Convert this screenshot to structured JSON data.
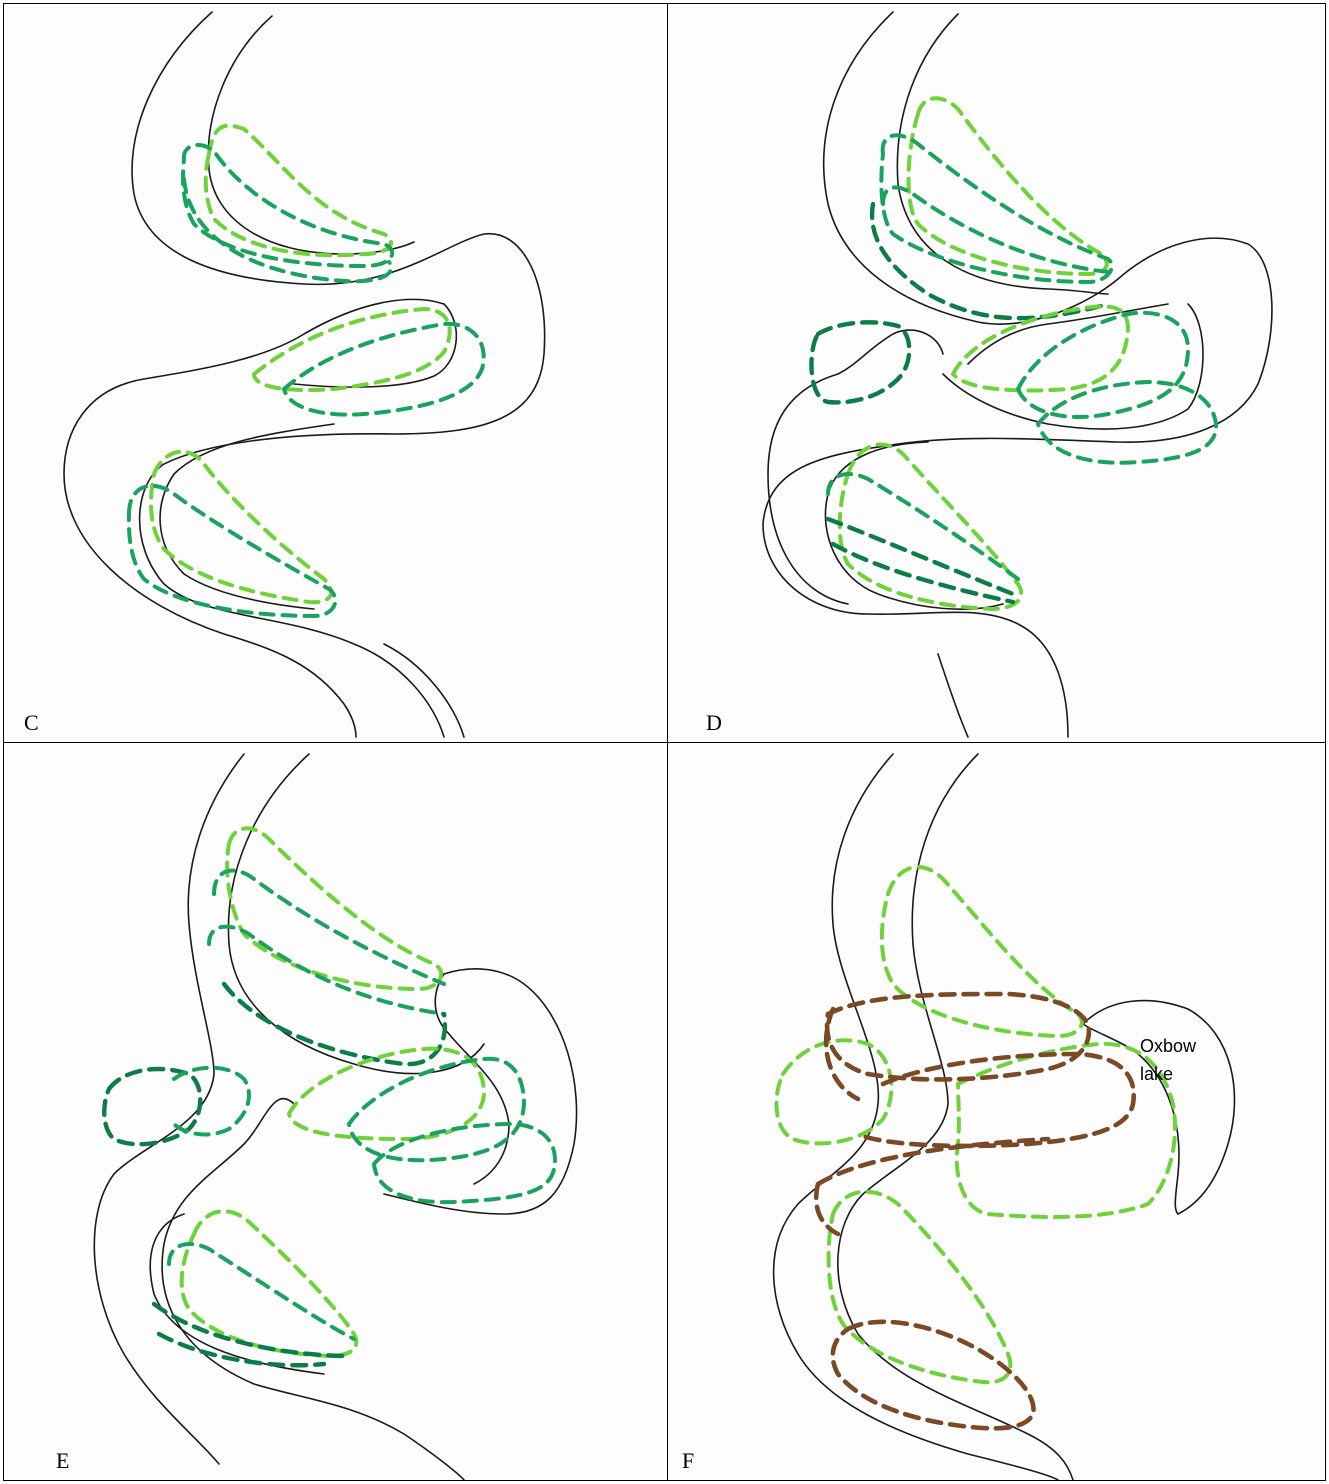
{
  "panels": {
    "c": {
      "label": "C"
    },
    "d": {
      "label": "D"
    },
    "e": {
      "label": "E"
    },
    "f": {
      "label": "F",
      "annotation_line1": "Oxbow",
      "annotation_line2": "lake"
    }
  },
  "colors": {
    "bank_line": "#1a1a1a",
    "newest_deposit": "#6fd23a",
    "mid_deposit": "#1aa25f",
    "older_deposit": "#0c7d47",
    "abandoned_deposit": "#7a4a26",
    "grid_border": "#000000"
  }
}
